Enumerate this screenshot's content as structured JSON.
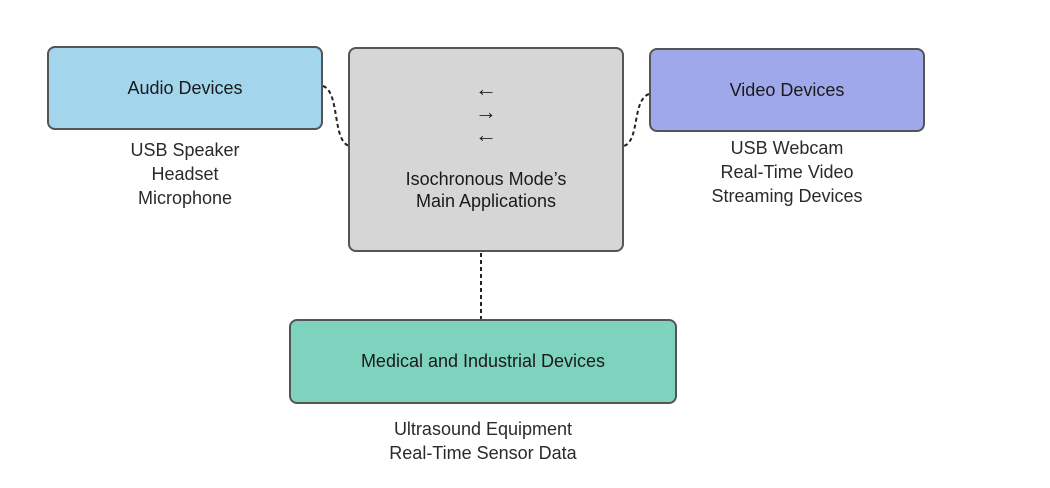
{
  "center": {
    "arrows": [
      "←",
      "→",
      "←"
    ],
    "title_lines": [
      "Isochronous Mode’s",
      "Main Applications"
    ]
  },
  "audio": {
    "label": "Audio Devices",
    "color": "#a3d5ec",
    "items": [
      "USB Speaker",
      "Headset",
      "Microphone"
    ]
  },
  "video": {
    "label": "Video Devices",
    "color": "#a0a8ec",
    "items": [
      "USB Webcam",
      "Real-Time Video",
      "Streaming Devices"
    ]
  },
  "medical": {
    "label": "Medical and Industrial Devices",
    "color": "#7ed3bf",
    "items": [
      "Ultrasound Equipment",
      "Real-Time Sensor Data"
    ]
  },
  "connector_style": "dashed"
}
